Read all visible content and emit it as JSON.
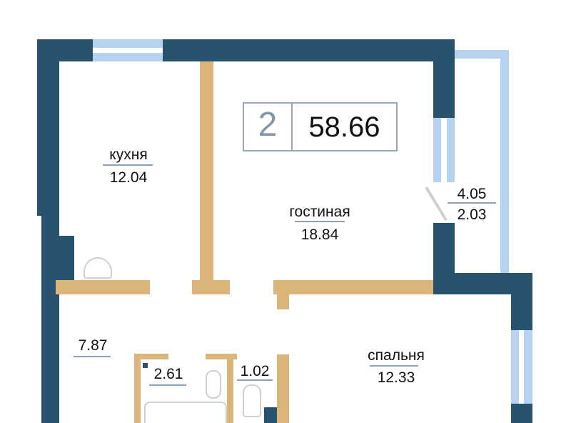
{
  "summary": {
    "rooms": "2",
    "total_area": "58.66"
  },
  "rooms": [
    {
      "name": "кухня",
      "area": "12.04"
    },
    {
      "name": "гостиная",
      "area": "18.84"
    },
    {
      "name": "спальня",
      "area": "12.33"
    }
  ],
  "balcony": {
    "area_top": "4.05",
    "area_bottom": "2.03"
  },
  "hall": {
    "area": "7.87"
  },
  "bathroom": {
    "area": "2.61"
  },
  "toilet": {
    "area": "1.02"
  },
  "colors": {
    "wall": "#27536f",
    "partition": "#dcb57a",
    "window": "#b5d2ee"
  }
}
